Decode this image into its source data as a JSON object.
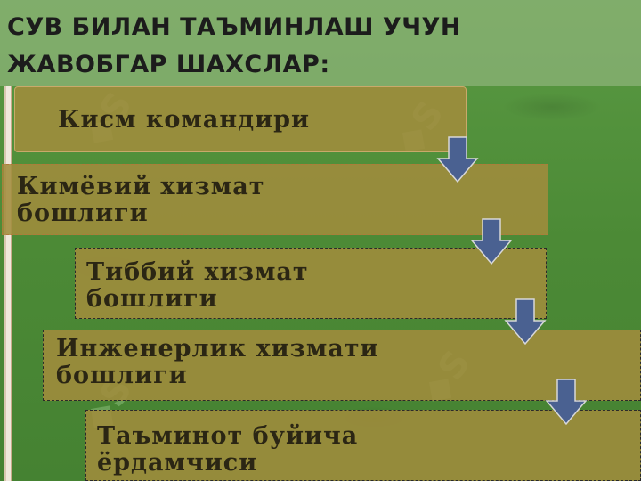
{
  "title": {
    "line1": "СУВ БИЛАН ТАЪМИНЛАШ УЧУН",
    "line2": "ЖАВОБГАР ШАХСЛАР:"
  },
  "nodes": [
    {
      "id": "kism-komandiri",
      "label": "Кисм командири"
    },
    {
      "id": "kimyoviy-xizmat",
      "line1": "Кимёвий хизмат",
      "line2": "бошлиги"
    },
    {
      "id": "tibbiy-xizmat",
      "line1": "Тиббий хизмат",
      "line2": "бошлиги"
    },
    {
      "id": "injenerlik-xizmati",
      "line1": "Инженерлик хизмати",
      "line2": "бошлиги"
    },
    {
      "id": "taminot",
      "line1": "Таъминот буйича",
      "line2": "ёрдамчиси"
    }
  ],
  "colors": {
    "box_fill": "#a08c3c",
    "arrow_fill": "#4a6191",
    "background": "#4f8f3a"
  }
}
